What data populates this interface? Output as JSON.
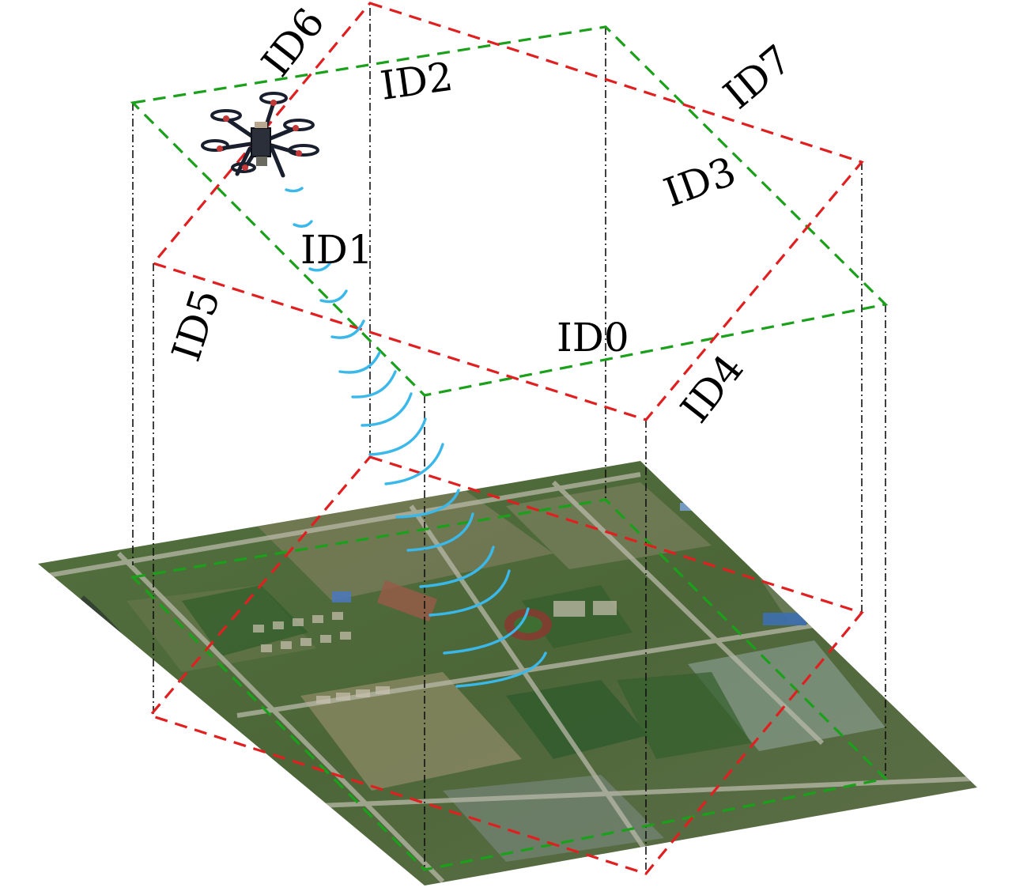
{
  "labels": {
    "id0": "ID0",
    "id1": "ID1",
    "id2": "ID2",
    "id3": "ID3",
    "id4": "ID4",
    "id5": "ID5",
    "id6": "ID6",
    "id7": "ID7"
  },
  "colors": {
    "red_frame": "#e02020",
    "green_frame": "#1aa01a",
    "vertical_lines": "#111111",
    "signal_waves": "#3ab8ea",
    "ground_base": "#4f6a3c"
  }
}
